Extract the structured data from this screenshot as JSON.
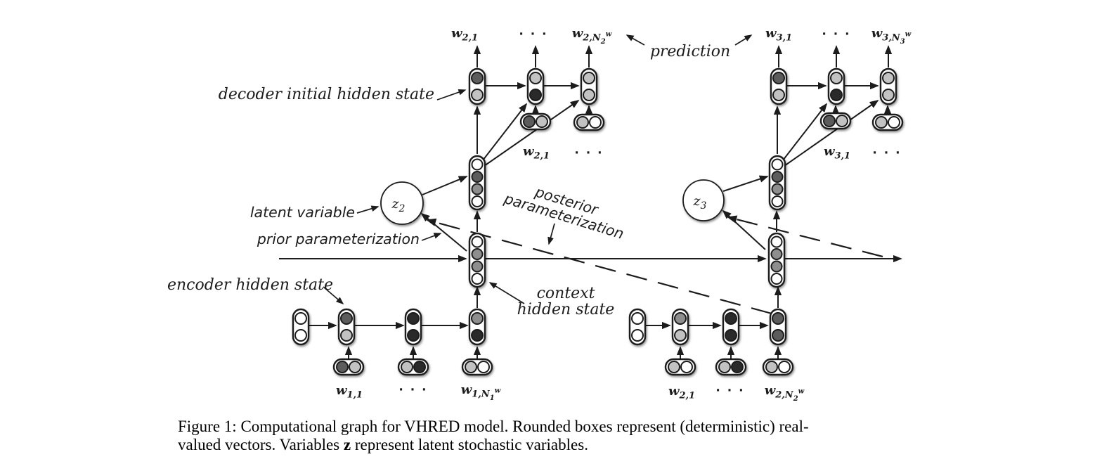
{
  "figure": {
    "caption_line1": "Figure 1: Computational graph for VHRED model. Rounded boxes represent (deterministic) real-",
    "caption_line2_pre": "valued vectors. Variables ",
    "caption_line2_bold": "z",
    "caption_line2_post": " represent latent stochastic variables."
  },
  "annotations": {
    "prediction": "prediction",
    "decoder_initial_hidden_state": "decoder initial hidden state",
    "latent_variable": "latent variable",
    "prior_parameterization": "prior parameterization",
    "posterior_parameterization_line1": "posterior",
    "posterior_parameterization_line2": "parameterization",
    "context_hidden_state_line1": "context",
    "context_hidden_state_line2": "hidden state",
    "encoder_hidden_state": "encoder hidden state"
  },
  "math_labels": {
    "w21": {
      "base": "w",
      "sub": "2,1"
    },
    "w2n2w": {
      "base": "w",
      "sub": "2,N",
      "sub_sub": "2",
      "sub_sup": "w"
    },
    "w31": {
      "base": "w",
      "sub": "3,1"
    },
    "w3n3w": {
      "base": "w",
      "sub": "3,N",
      "sub_sub": "3",
      "sub_sup": "w"
    },
    "w11": {
      "base": "w",
      "sub": "1,1"
    },
    "w1n1w": {
      "base": "w",
      "sub": "1,N",
      "sub_sub": "1",
      "sub_sup": "w"
    },
    "z2": {
      "base": "z",
      "sub": "2"
    },
    "z3": {
      "base": "z",
      "sub": "3"
    },
    "ellipsis": "· · ·"
  },
  "colors": {
    "ink": "#1c1c1c",
    "shade0": "#ffffff",
    "shade1": "#c2c2c2",
    "shade2": "#8e8e8e",
    "shade3": "#5c5c5c",
    "shade4": "#2a2a2a",
    "background": "#ffffff"
  }
}
